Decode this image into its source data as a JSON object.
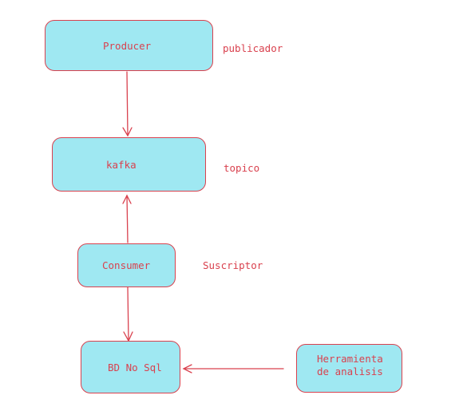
{
  "nodes": {
    "producer": "Producer",
    "kafka": "kafka",
    "consumer": "Consumer",
    "bd": "BD No Sql",
    "tool_line1": "Herramienta",
    "tool_line2": "de analisis"
  },
  "annotations": {
    "producer_role": "publicador",
    "kafka_role": "topico",
    "consumer_role": "Suscriptor"
  },
  "colors": {
    "node_fill": "#9fe8f2",
    "stroke": "#d9414e",
    "background": "#ffffff"
  }
}
